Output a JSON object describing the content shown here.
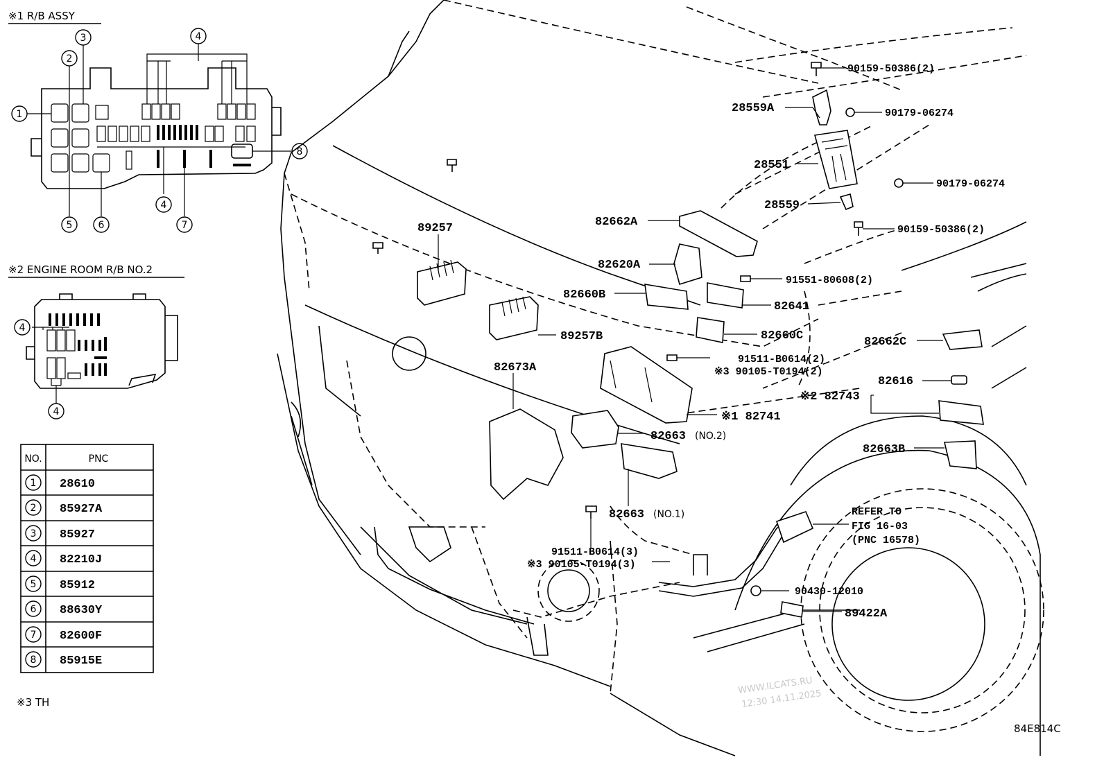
{
  "rb_assy_title": "※1 R/B ASSY",
  "engine_rb_title": "※2 ENGINE ROOM R/B NO.2",
  "table": {
    "col_no": "NO.",
    "col_pnc": "PNC",
    "rows": [
      {
        "no": "1",
        "pnc": "28610"
      },
      {
        "no": "2",
        "pnc": "85927A"
      },
      {
        "no": "3",
        "pnc": "85927"
      },
      {
        "no": "4",
        "pnc": "82210J"
      },
      {
        "no": "5",
        "pnc": "85912"
      },
      {
        "no": "6",
        "pnc": "88630Y"
      },
      {
        "no": "7",
        "pnc": "82600F"
      },
      {
        "no": "8",
        "pnc": "85915E"
      }
    ]
  },
  "callout_numbers": {
    "n1": "1",
    "n2": "2",
    "n3": "3",
    "n4": "4",
    "n5": "5",
    "n6": "6",
    "n7": "7",
    "n8": "8"
  },
  "footnote": "※3 TH",
  "diagram_code": "84E814C",
  "watermark": {
    "line1": "WWW.ILCATS.RU",
    "line2": "12:30 14.11.2025"
  },
  "parts": {
    "p90159_top": "90159-50386(2)",
    "p28559A": "28559A",
    "p90179_top": "90179-06274",
    "p28551": "28551",
    "p90179_mid": "90179-06274",
    "p28559": "28559",
    "p90159_bot": "90159-50386(2)",
    "p82662A": "82662A",
    "p89257": "89257",
    "p82620A": "82620A",
    "p91551": "91551-80608(2)",
    "p82660B": "82660B",
    "p82641": "82641",
    "p82660C": "82660C",
    "p89257B": "89257B",
    "p82662C": "82662C",
    "p91511_top": "91511-B0614(2)",
    "p90105_top": "※3 90105-T0194(2)",
    "p82673A": "82673A",
    "p82616": "82616",
    "p82743": "※2 82743",
    "p82741": "※1 82741",
    "p82663_no2": "82663",
    "p82663_no2_sfx": "(NO.2)",
    "p82663B": "82663B",
    "p82663_no1": "82663",
    "p82663_no1_sfx": "(NO.1)",
    "refer1": "REFER TO",
    "refer2": "FIG 16-03",
    "refer3": "(PNC 16578)",
    "p91511_bot": "91511-B0614(3)",
    "p90105_bot": "※3 90105-T0194(3)",
    "p90430": "90430-12010",
    "p89422A": "89422A"
  }
}
